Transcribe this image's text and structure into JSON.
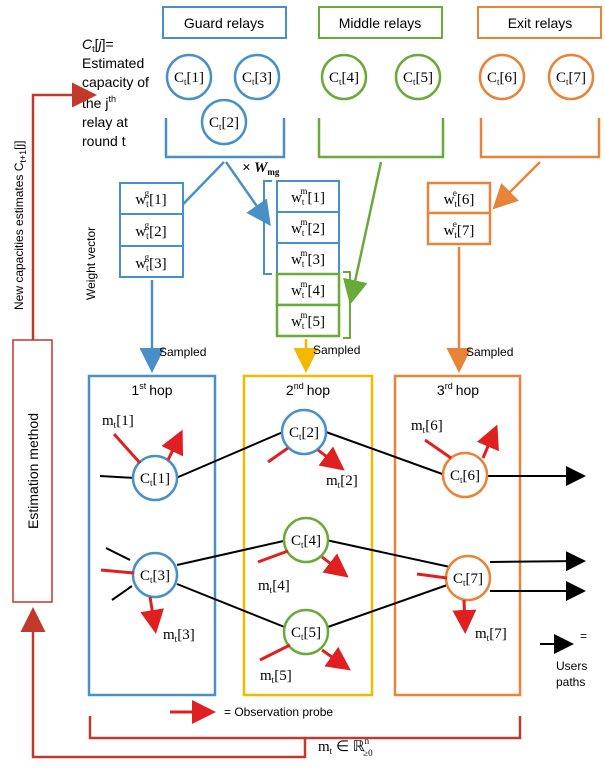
{
  "colors": {
    "guard": "#4a90c8",
    "middle": "#6aaa3a",
    "exit": "#e8843a",
    "hop2_border": "#f5b800",
    "estimation": "#c0392b",
    "probe": "#e02020",
    "path": "#000000"
  },
  "headers": {
    "guard": "Guard relays",
    "middle": "Middle relays",
    "exit": "Exit relays"
  },
  "relays": {
    "guard": [
      {
        "id": "C",
        "idx": "1"
      },
      {
        "id": "C",
        "idx": "3"
      },
      {
        "id": "C",
        "idx": "2"
      }
    ],
    "middle": [
      {
        "id": "C",
        "idx": "4"
      },
      {
        "id": "C",
        "idx": "5"
      }
    ],
    "exit": [
      {
        "id": "C",
        "idx": "6"
      },
      {
        "id": "C",
        "idx": "7"
      }
    ]
  },
  "legend_ct": {
    "line1": "= ",
    "line2": "Estimated",
    "line3": "capacity of",
    "line4_prefix": "the j",
    "line4_sup": "th",
    "line5": "relay at",
    "line6": "round t"
  },
  "left_axis": {
    "new_capacities": "New capacities estimates C",
    "new_capacities_sub": "t+1",
    "new_capacities_suffix": "[j]",
    "weight_vector": "Weight vector"
  },
  "wmg_label": "× W",
  "wmg_sub": "mg",
  "weights": {
    "guard": [
      {
        "sup": "g",
        "idx": "1"
      },
      {
        "sup": "g",
        "idx": "2"
      },
      {
        "sup": "g",
        "idx": "3"
      }
    ],
    "middle": [
      {
        "sup": "m",
        "idx": "1"
      },
      {
        "sup": "m",
        "idx": "2"
      },
      {
        "sup": "m",
        "idx": "3"
      },
      {
        "sup": "m",
        "idx": "4"
      },
      {
        "sup": "m",
        "idx": "5"
      }
    ],
    "exit": [
      {
        "sup": "e",
        "idx": "6"
      },
      {
        "sup": "e",
        "idx": "7"
      }
    ]
  },
  "sampled": "Sampled",
  "hops": [
    {
      "num": "1",
      "sup": "st",
      "label": "hop"
    },
    {
      "num": "2",
      "sup": "nd",
      "label": "hop"
    },
    {
      "num": "3",
      "sup": "rd",
      "label": "hop"
    }
  ],
  "hop_nodes": [
    {
      "idx": "1"
    },
    {
      "idx": "3"
    },
    {
      "idx": "2"
    },
    {
      "idx": "4"
    },
    {
      "idx": "5"
    },
    {
      "idx": "6"
    },
    {
      "idx": "7"
    }
  ],
  "probes": [
    {
      "idx": "1"
    },
    {
      "idx": "2"
    },
    {
      "idx": "3"
    },
    {
      "idx": "4"
    },
    {
      "idx": "5"
    },
    {
      "idx": "6"
    },
    {
      "idx": "7"
    }
  ],
  "estimation_method": "Estimation method",
  "legend_paths": {
    "eq": "=",
    "line1": "Users",
    "line2": "paths"
  },
  "legend_probe": "= Observation probe",
  "bottom_formula": {
    "m": "m",
    "sub": "t",
    "rest": " ∈ ℝ",
    "sup": "n",
    "sub2": "≥0"
  }
}
